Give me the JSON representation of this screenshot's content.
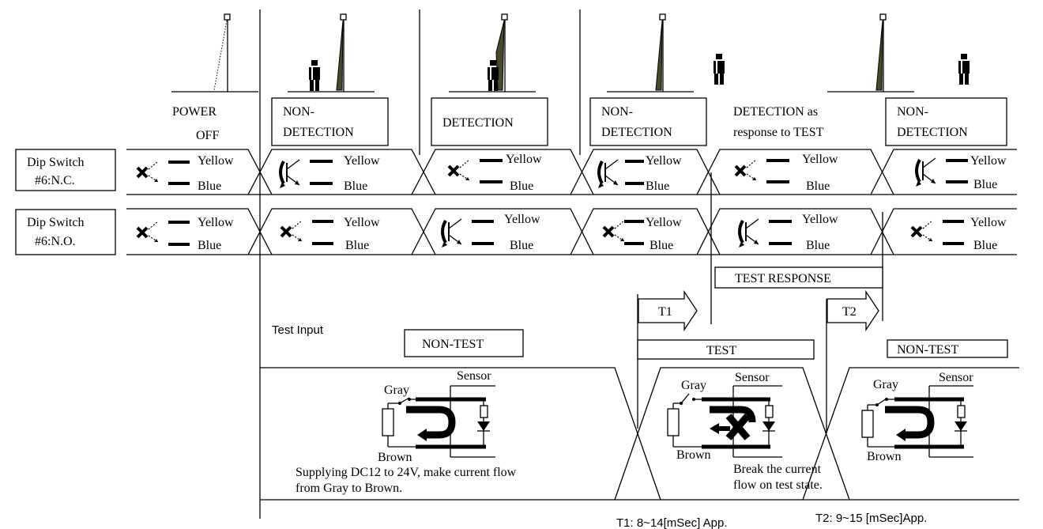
{
  "states": {
    "power_off": [
      "POWER",
      "OFF"
    ],
    "non_detection_1": [
      "NON-",
      "DETECTION"
    ],
    "detection": "DETECTION",
    "non_detection_2": [
      "NON-",
      "DETECTION"
    ],
    "detection_test": [
      "DETECTION as",
      "response to TEST"
    ],
    "non_detection_3": [
      "NON-",
      "DETECTION"
    ]
  },
  "rows": {
    "nc": [
      "Dip Switch",
      "#6:N.C."
    ],
    "no": [
      "Dip Switch",
      "#6:N.O."
    ]
  },
  "wire_labels": {
    "yellow": "Yellow",
    "blue": "Blue"
  },
  "test_response": "TEST RESPONSE",
  "t1": "T1",
  "t2": "T2",
  "test_input_label": "Test Input",
  "non_test": "NON-TEST",
  "test": "TEST",
  "circuit_labels": {
    "gray": "Gray",
    "sensor": "Sensor",
    "brown": "Brown"
  },
  "note_supply": [
    "Supplying DC12 to 24V, make current flow",
    "from Gray to Brown."
  ],
  "note_break": [
    "Break the current",
    "flow on test state."
  ],
  "t1_note": "T1: 8~14[mSec] App.",
  "t2_note": "T2: 9~15 [mSec]App."
}
